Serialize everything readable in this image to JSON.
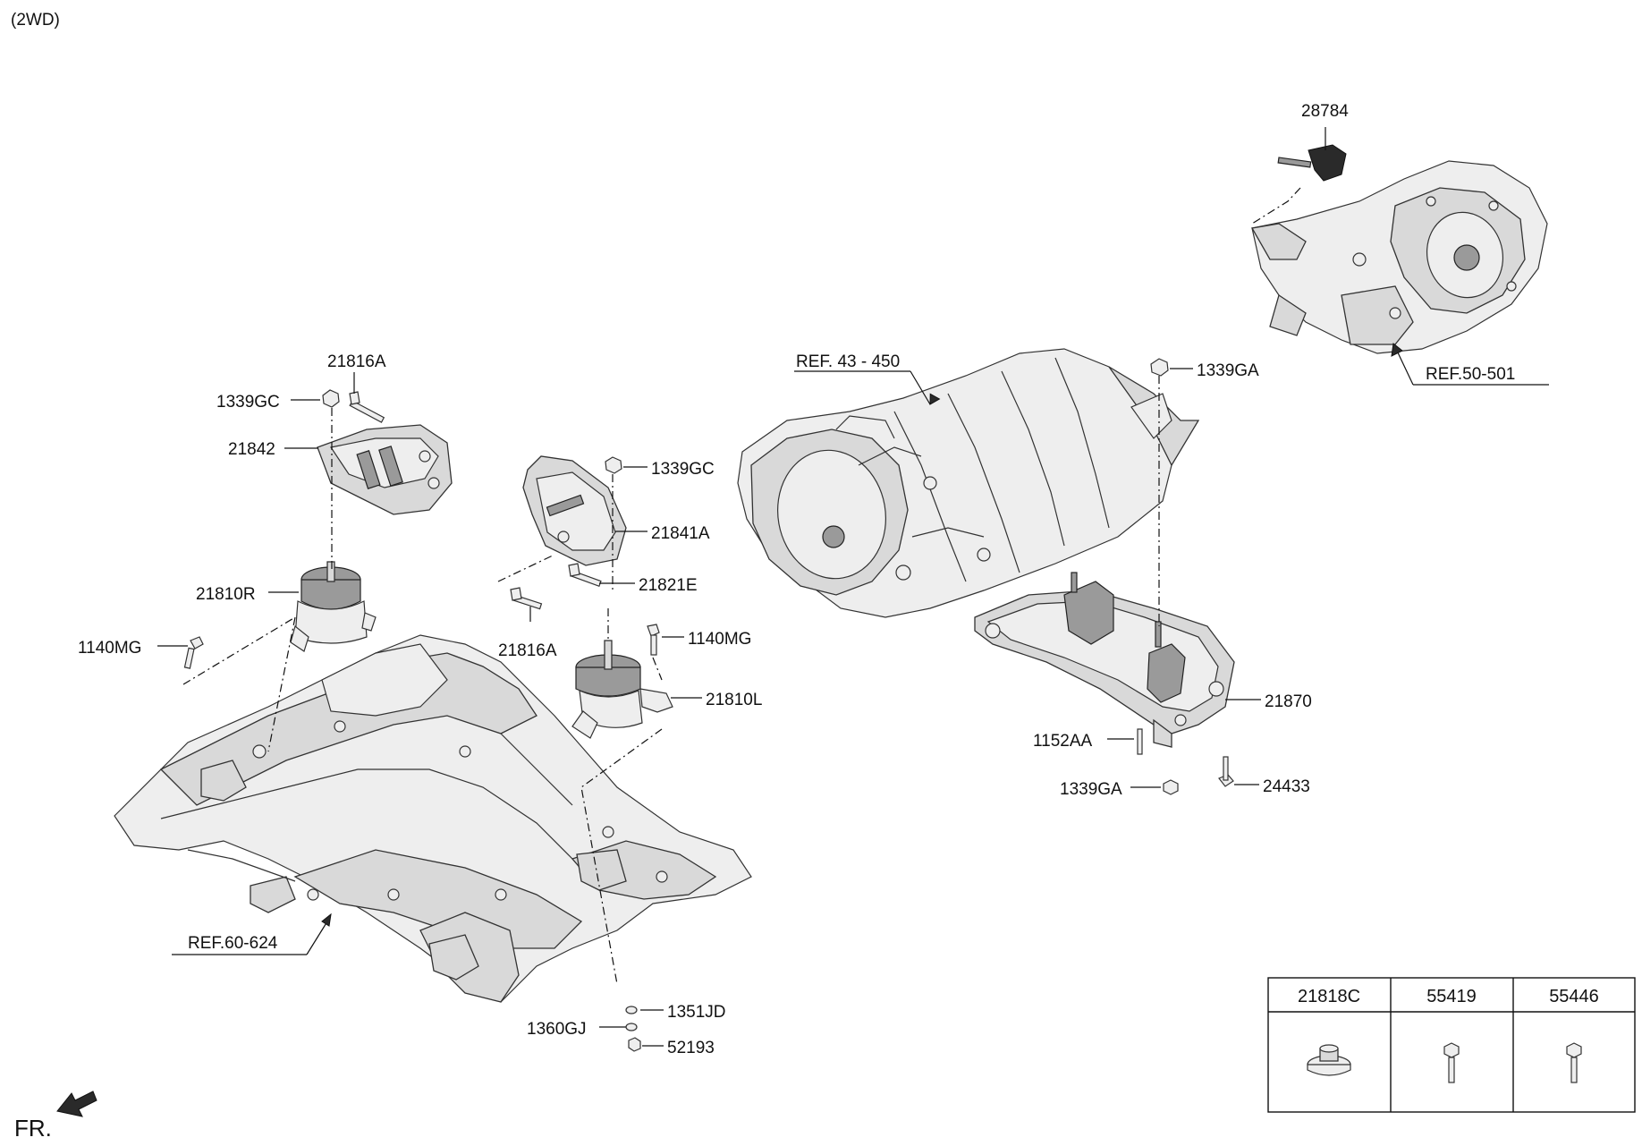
{
  "header": {
    "variant": "(2WD)"
  },
  "direction": {
    "label": "FR."
  },
  "callouts": {
    "c28784": "28784",
    "c21816A_top": "21816A",
    "c1339GC_left": "1339GC",
    "c21842": "21842",
    "c1339GC_mid": "1339GC",
    "c21841A": "21841A",
    "c21821E": "21821E",
    "c21810R": "21810R",
    "c1140MG_left": "1140MG",
    "c21816A_mid": "21816A",
    "c1140MG_right": "1140MG",
    "c21810L": "21810L",
    "c1339GA_top": "1339GA",
    "c21870": "21870",
    "c1152AA": "1152AA",
    "c1339GA_bottom": "1339GA",
    "c24433": "24433",
    "c1351JD": "1351JD",
    "c1360GJ": "1360GJ",
    "c52193": "52193"
  },
  "references": {
    "transmission": "REF. 43 - 450",
    "differential": "REF.50-501",
    "subframe": "REF.60-624"
  },
  "parts_table": {
    "columns": [
      "21818C",
      "55419",
      "55446"
    ]
  }
}
